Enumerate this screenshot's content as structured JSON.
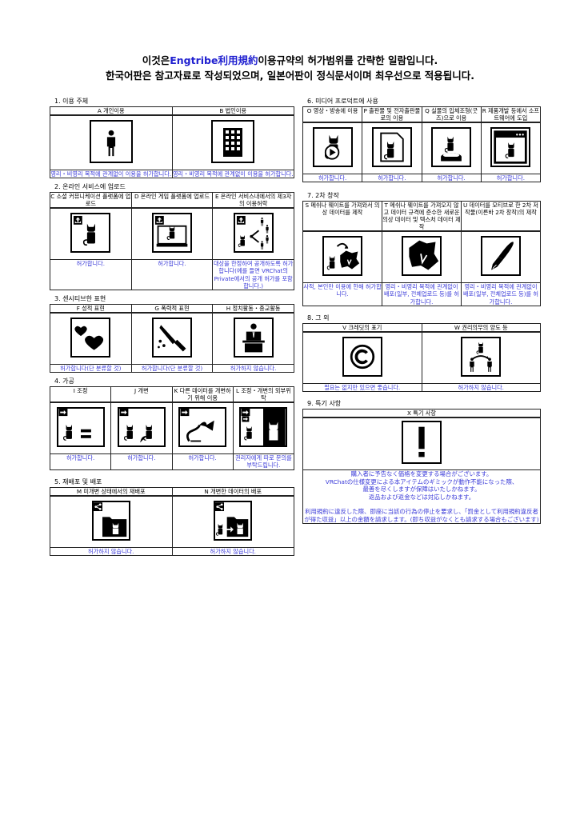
{
  "header": {
    "line1_prefix": "이것은",
    "line1_highlight": "Engtribe利用規約",
    "line1_suffix": "이용규약의 허가범위를 간략한 일람입니다.",
    "line2": "한국어판은 참고자료로 작성되었으며, 일본어판이 정식문서이며 최우선으로 적용됩니다.",
    "highlight_color": "#2020d0",
    "permission_color": "#3a3ad8"
  },
  "sections": {
    "s1": {
      "label": "1. 이용 주체",
      "items": [
        {
          "head": "A 개인이용",
          "icon": "person-icon",
          "perm": "영리・비영리 목적에 관계없이 이용을 허가합니다."
        },
        {
          "head": "B 법인이용",
          "icon": "building-icon",
          "perm": "영리・비영리 목적에 관계없이 이용을 허가합니다."
        }
      ]
    },
    "s2": {
      "label": "2. 온라인 서비스에 업로드",
      "items": [
        {
          "head": "C 소셜 커뮤니케이션 플랫폼에 업로드",
          "icon": "upload-social-icon",
          "perm": "허가합니다."
        },
        {
          "head": "D 온라인 게임 플랫폼에 업로드",
          "icon": "upload-game-icon",
          "perm": "허가합니다."
        },
        {
          "head": "E 온라인 서비스내에서의 제3자의 이용허락",
          "icon": "share-third-party-icon",
          "perm": "대상을 한정하여 공개하도록 허가합니다(예를 들면 VRChat의 Private에서의 공개 허가를 포함합니다.)"
        }
      ]
    },
    "s3": {
      "label": "3. 센시티브한 표현",
      "items": [
        {
          "head": "F 성적 표현",
          "icon": "hearts-icon",
          "perm": "허가합니다(단 분류할 것)"
        },
        {
          "head": "G 폭력적 표현",
          "icon": "knife-icon",
          "perm": "허가합니다(단 분류할 것)"
        },
        {
          "head": "H 정치활동・종교활동",
          "icon": "podium-speaker-icon",
          "perm": "허가하지 않습니다."
        }
      ]
    },
    "s4": {
      "label": "4. 가공",
      "items": [
        {
          "head": "I 조정",
          "icon": "adjust-icon",
          "perm": "허가합니다."
        },
        {
          "head": "J 개변",
          "icon": "modify-icon",
          "perm": "허가합니다."
        },
        {
          "head": "K 다른 데이터를 개변하기 위해 이용",
          "icon": "reuse-parts-icon",
          "perm": "허가합니다."
        },
        {
          "head": "L 조정・개변의 외부위탁",
          "icon": "outsource-icon",
          "perm": "권리자에게 따로 문의를 부탁드립니다."
        }
      ]
    },
    "s5": {
      "label": "5. 재배포 및 배포",
      "items": [
        {
          "head": "M 미개변 상태에서의 재배포",
          "icon": "redistribute-icon",
          "perm": "허가하지 않습니다."
        },
        {
          "head": "N 개변한 데이터의 배포",
          "icon": "distribute-modified-icon",
          "perm": "허가하지 않습니다."
        }
      ]
    },
    "s6": {
      "label": "6. 미디어 프로덕트에 사용",
      "items": [
        {
          "head": "O 영상・방송에 이용",
          "icon": "video-play-icon",
          "perm": "허가합니다."
        },
        {
          "head": "P 출판물 및 전자출판물로의 이용",
          "icon": "document-icon",
          "perm": "허가합니다."
        },
        {
          "head": "Q 실물의 입체조형(굿즈)으로 이용",
          "icon": "figure-icon",
          "perm": "허가합니다."
        },
        {
          "head": "R 제품개발 등에서 소프트웨어에 도입",
          "icon": "software-window-icon",
          "perm": "허가합니다."
        }
      ]
    },
    "s7": {
      "label": "7. 2차 창작",
      "items": [
        {
          "head": "S 메쉬나 웨이트를 가져와서 의상 데이터를 제작",
          "icon": "clothing-transfer-icon",
          "perm": "사적, 본인만 이용에 한해 허가합니다."
        },
        {
          "head": "T 메쉬나 웨이트를 가져오지 않고 데이터 규격에 준수한 새로운 의상 데이터 및 텍스처 데이터 제작",
          "icon": "new-clothing-icon",
          "perm": "영리・비영리 목적에 관계없이 배포(일부, 전체업로드 등)를 허가합니다."
        },
        {
          "head": "U 데이터를 모티브로 한 2차 저작물(이른바 2차 창작)의 제작",
          "icon": "pen-nib-icon",
          "perm": "영리・비영리 목적에 관계없이 배포(일부, 전체업로드 등)를 허가합니다."
        }
      ]
    },
    "s8": {
      "label": "8. 그 외",
      "items": [
        {
          "head": "V 크레딧의 표기",
          "icon": "copyright-icon",
          "perm": "필요는 없지만 있으면 좋습니다."
        },
        {
          "head": "W 권리의무의 양도 등",
          "icon": "transfer-rights-icon",
          "perm": "허가하지 않습니다."
        }
      ]
    },
    "s9": {
      "label": "9. 특기 사항",
      "head": "X 특기 사항",
      "icon": "exclamation-icon",
      "notes": [
        "購入者に予告なく価格を変更する場合がございます。",
        "VRChatの仕様変更による本アイテムのギミックが動作不能になった際、",
        "最善を尽くしますが保障はいたしかねます。",
        "返品および返金などは対応しかねます。",
        "",
        "利用規約に違反した際、即座に当該の行為の停止を要求し、「罰金として利用規約違反者が得た収益」以上の金額を請求します。(即ち収益がなくとも請求する場合もございます)"
      ]
    }
  }
}
